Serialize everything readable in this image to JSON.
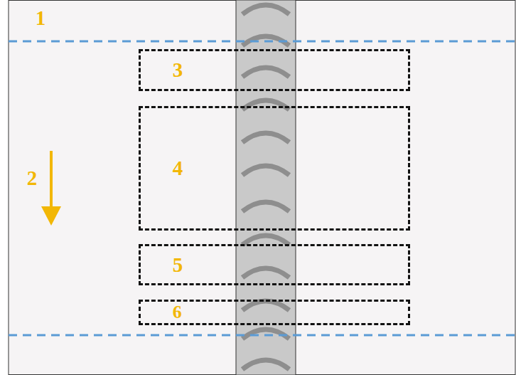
{
  "diagram": {
    "nodes": [
      {
        "text": [
          "3"
        ]
      },
      {
        "text": [
          "4"
        ]
      },
      {
        "text": [
          "5"
        ]
      },
      {
        "text": [
          "6"
        ]
      }
    ],
    "labels": [
      "1",
      "2"
    ]
  }
}
